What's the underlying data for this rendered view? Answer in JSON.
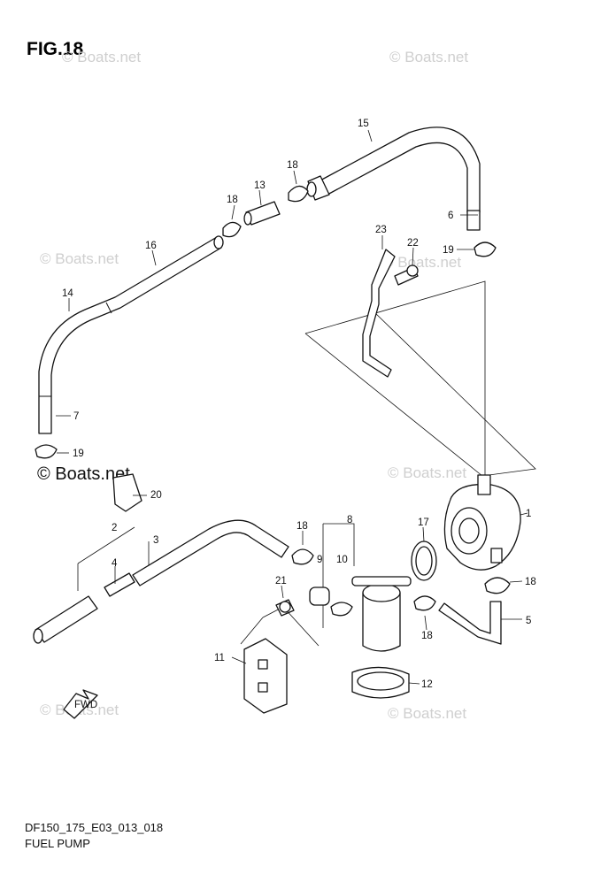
{
  "figure": {
    "title": "FIG.18"
  },
  "footer": {
    "code": "DF150_175_E03_013_018",
    "name": "FUEL PUMP"
  },
  "watermark": {
    "text": "© Boats.net"
  },
  "callouts": [
    "1",
    "2",
    "3",
    "4",
    "5",
    "6",
    "7",
    "8",
    "9",
    "10",
    "11",
    "12",
    "13",
    "14",
    "15",
    "16",
    "17",
    "18",
    "19",
    "20",
    "21",
    "22",
    "23"
  ],
  "callout_18": "18",
  "callout_19": "19",
  "fwd_label": "FWD",
  "colors": {
    "line": "#111111",
    "watermark": "#cfcfcf",
    "background": "#ffffff"
  }
}
